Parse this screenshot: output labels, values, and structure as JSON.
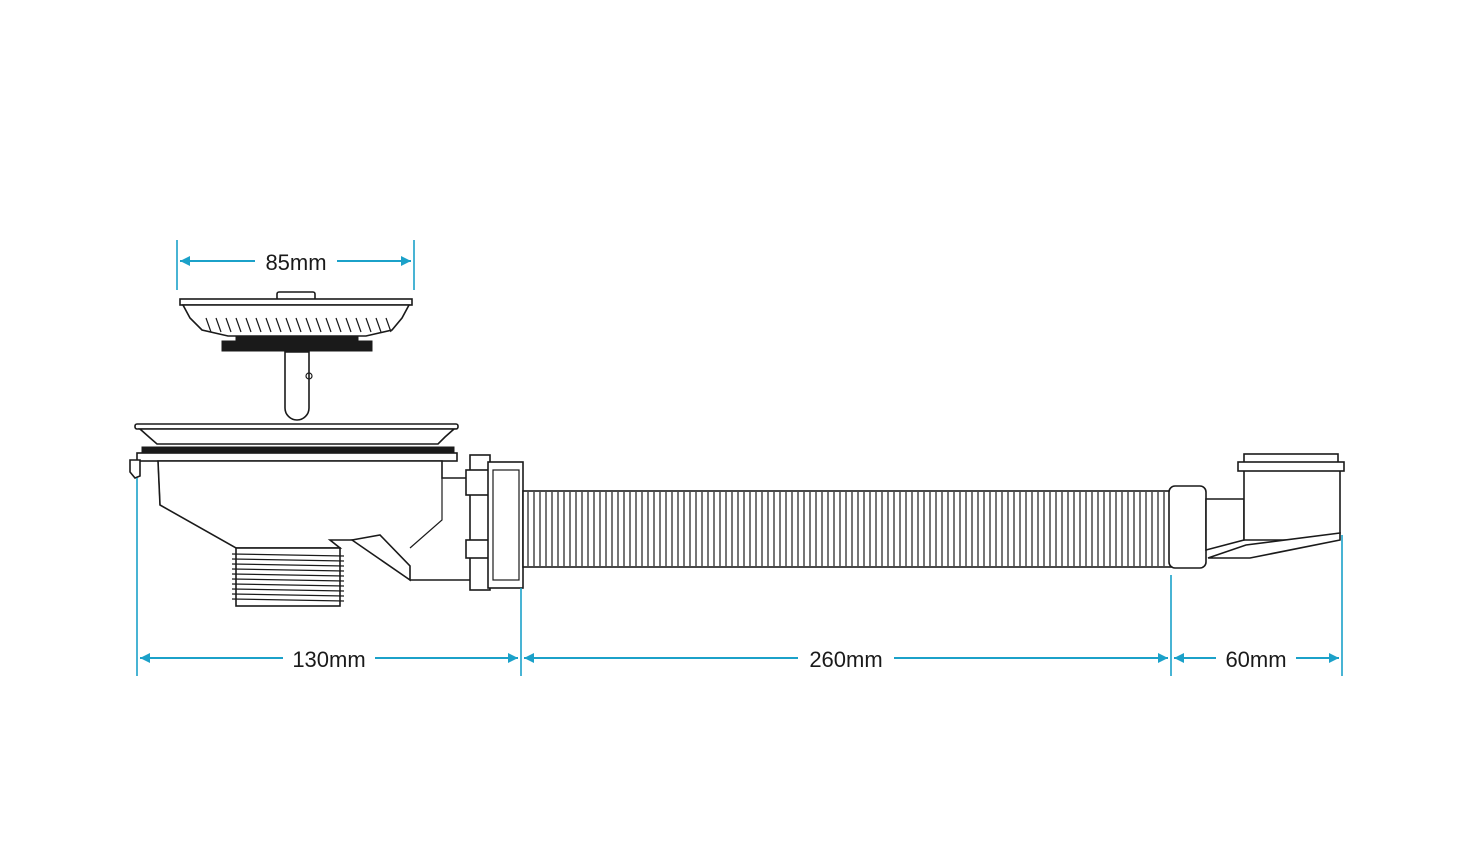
{
  "colors": {
    "dimension_line": "#1ba1c9",
    "outline": "#1a1a1a",
    "background": "#ffffff"
  },
  "dimensions": {
    "strainer_width": "85mm",
    "outlet_length": "130mm",
    "hose_length": "260mm",
    "overflow_length": "60mm"
  }
}
